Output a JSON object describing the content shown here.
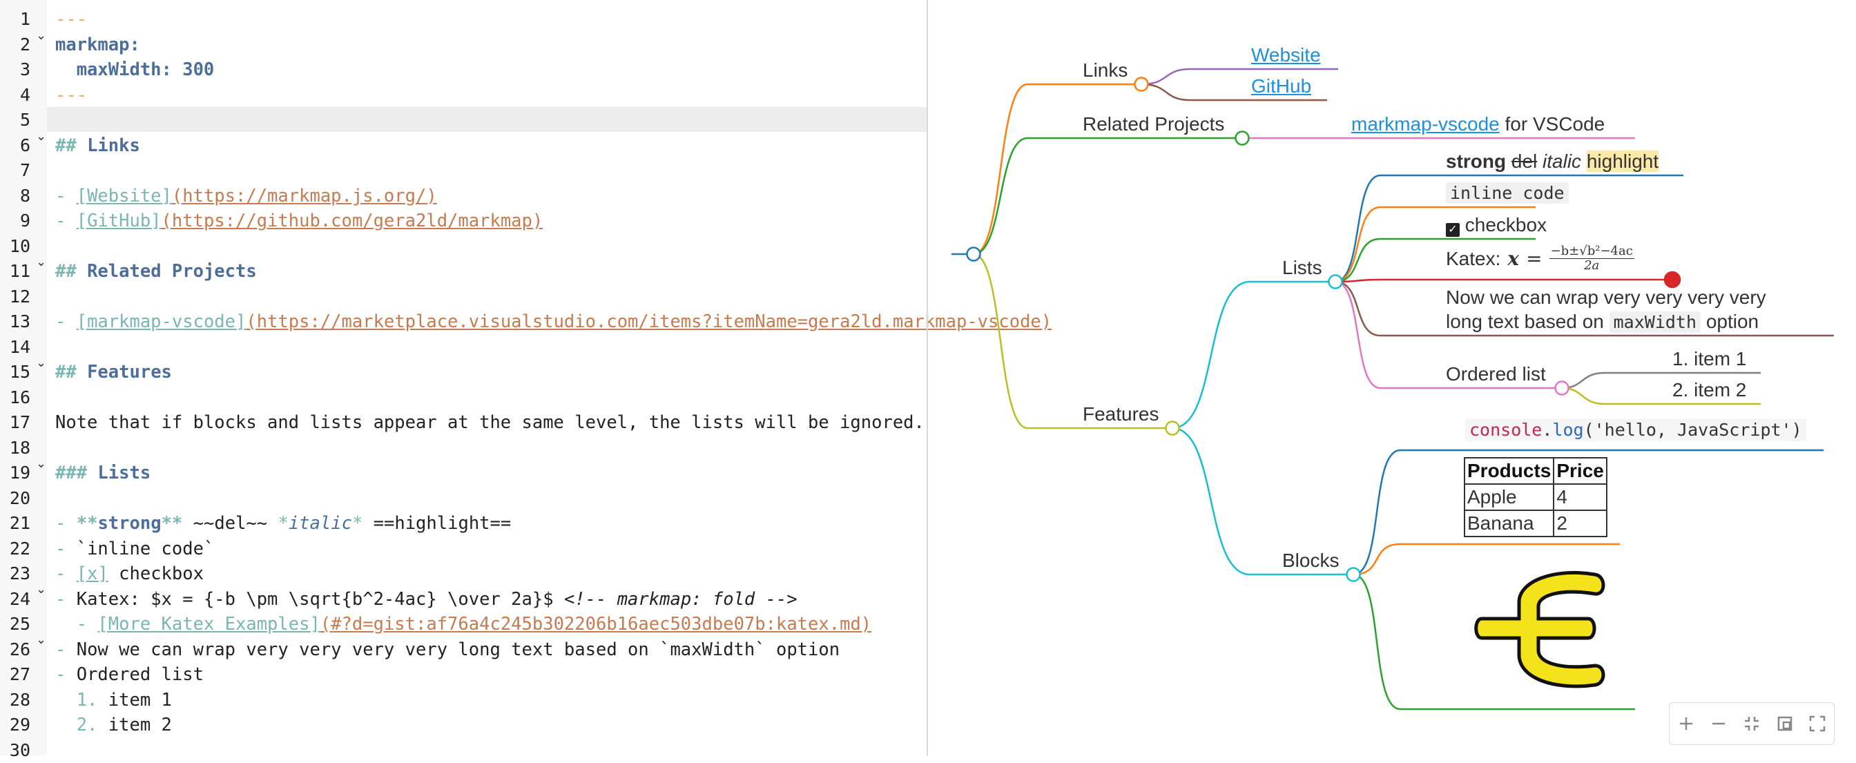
{
  "editor": {
    "line_numbers": [
      "1",
      "2",
      "3",
      "4",
      "5",
      "6",
      "7",
      "8",
      "9",
      "10",
      "11",
      "12",
      "13",
      "14",
      "15",
      "16",
      "17",
      "18",
      "19",
      "20",
      "21",
      "22",
      "23",
      "24",
      "25",
      "26",
      "27",
      "28",
      "29",
      "30"
    ],
    "l1": "---",
    "l2": "markmap:",
    "l3": "  maxWidth: 300",
    "l4": "---",
    "l6_mark": "##",
    "l6_text": "Links",
    "l8_dash": "- ",
    "l8_text": "[Website]",
    "l8_url": "(https://markmap.js.org/)",
    "l9_dash": "- ",
    "l9_text": "[GitHub]",
    "l9_url": "(https://github.com/gera2ld/markmap)",
    "l11_mark": "##",
    "l11_text": "Related Projects",
    "l13_dash": "- ",
    "l13_text": "[markmap-vscode]",
    "l13_url": "(https://marketplace.visualstudio.com/items?itemName=gera2ld.markmap-vscode)",
    "l15_mark": "##",
    "l15_text": "Features",
    "l17": "Note that if blocks and lists appear at the same level, the lists will be ignored.",
    "l19_mark": "###",
    "l19_text": "Lists",
    "l21_dash": "- ",
    "l21_b_open": "**",
    "l21_b": "strong",
    "l21_b_close": "**",
    "l21_rest": " ~~del~~ ",
    "l21_i_open": "*",
    "l21_i": "italic",
    "l21_i_close": "*",
    "l21_hl": " ==highlight==",
    "l22_dash": "- ",
    "l22_text": "`inline code`",
    "l23_dash": "- ",
    "l23_box": "[x]",
    "l23_text": " checkbox",
    "l24_dash": "- ",
    "l24_text": "Katex: $x = {-b \\pm \\sqrt{b^2-4ac} \\over 2a}$ ",
    "l24_comment": "<!-- markmap: fold -->",
    "l25_dash": "  - ",
    "l25_text": "[More Katex Examples]",
    "l25_url": "(#?d=gist:af76a4c245b302206b16aec503dbe07b:katex.md)",
    "l26_dash": "- ",
    "l26_text": "Now we can wrap very very very very long text based on `maxWidth` option",
    "l27_dash": "- ",
    "l27_text": "Ordered list",
    "l28_num": "  1.",
    "l28_text": " item 1",
    "l29_num": "  2.",
    "l29_text": " item 2"
  },
  "mindmap": {
    "links": "Links",
    "website": "Website",
    "github": "GitHub",
    "related": "Related Projects",
    "vscode_link": "markmap-vscode",
    "vscode_rest": " for VSCode",
    "features": "Features",
    "lists": "Lists",
    "strong": "strong",
    "del": "del",
    "italic": "italic",
    "highlight": "highlight",
    "inline_code": "inline code",
    "checkbox": "checkbox",
    "katex_label": "Katex:",
    "katex_x": "x",
    "katex_eq": "=",
    "katex_num": "−b±√b²−4ac",
    "katex_den": "2a",
    "wrap1": "Now we can wrap very very very very",
    "wrap2a": "long text based on ",
    "wrap2code": "maxWidth",
    "wrap2b": " option",
    "ordered": "Ordered list",
    "item1": "1. item 1",
    "item2": "2. item 2",
    "blocks": "Blocks",
    "code_fn": "console",
    "code_dot": ".",
    "code_call": "log",
    "code_arg": "('hello, JavaScript')",
    "table_headers": [
      "Products",
      "Price"
    ],
    "table_rows": [
      [
        "Apple",
        "4"
      ],
      [
        "Banana",
        "2"
      ]
    ]
  },
  "colors": {
    "orange": "#ff7f0e",
    "green": "#2ca02c",
    "yellowgreen": "#bcbd22",
    "cyan": "#17becf",
    "blue": "#1f77b4",
    "red": "#d62728",
    "brown": "#8c564b",
    "pink": "#e377c2",
    "gray": "#7f7f7f",
    "logo_yellow": "#f4e31b"
  },
  "toolbar": [
    "zoom-in-icon",
    "zoom-out-icon",
    "fit-icon",
    "recenter-icon",
    "fullscreen-icon"
  ]
}
